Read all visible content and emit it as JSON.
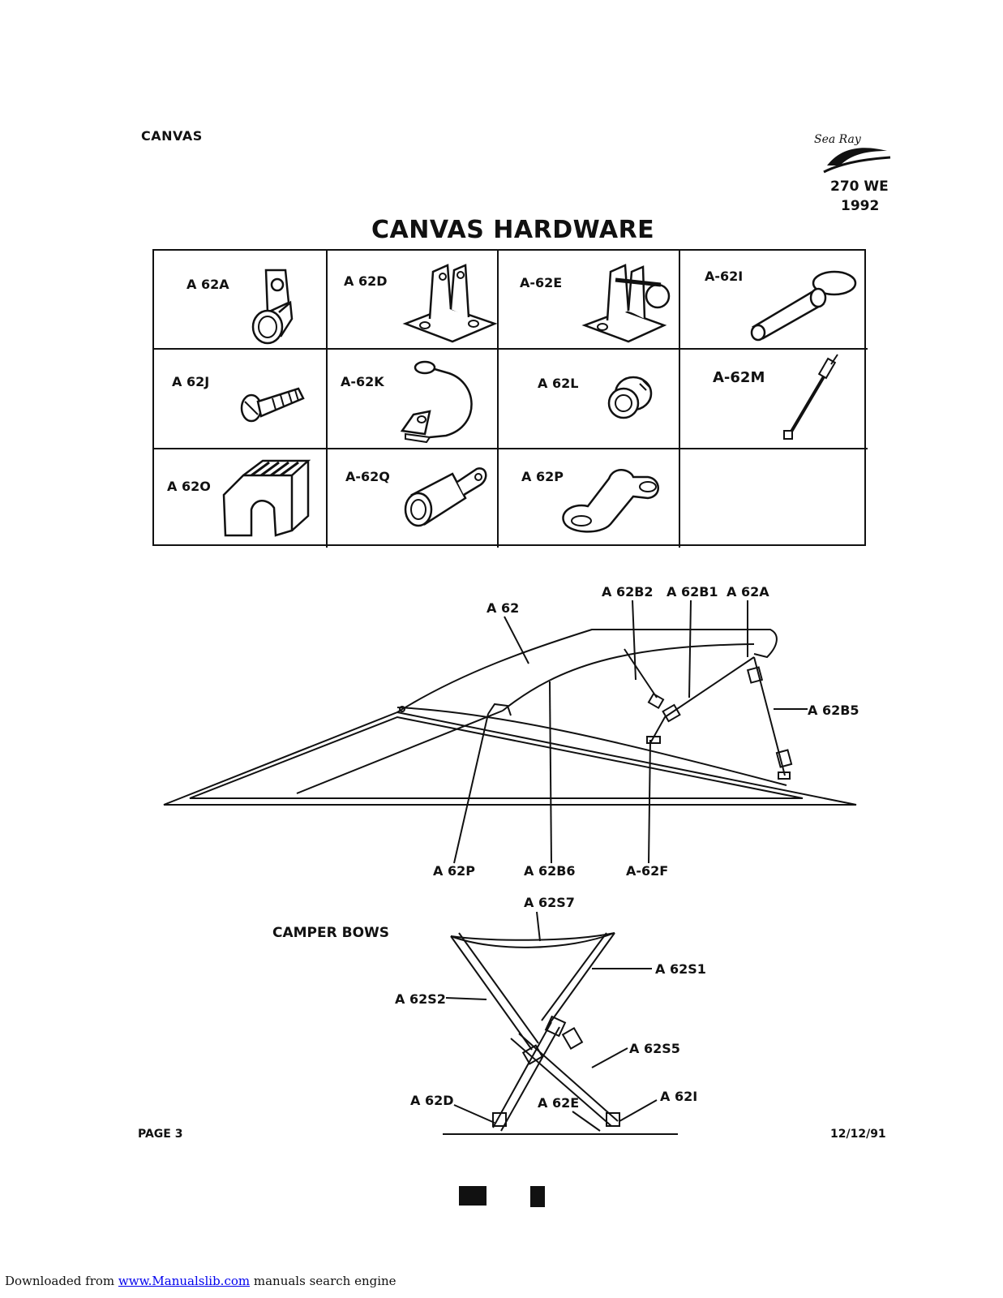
{
  "header": {
    "section": "CANVAS",
    "brand_logo_text": "Sea Ray",
    "model": "270 WE",
    "year": "1992"
  },
  "title": "CANVAS HARDWARE",
  "hardware_cells": [
    {
      "code": "A 62A",
      "icon": "tube-strap-fitting-icon"
    },
    {
      "code": "A 62D",
      "icon": "deck-hinge-icon"
    },
    {
      "code": "A-62E",
      "icon": "deck-hinge-pin-icon"
    },
    {
      "code": "A-62I",
      "icon": "ring-pin-icon"
    },
    {
      "code": "A 62J",
      "icon": "screw-icon"
    },
    {
      "code": "A-62K",
      "icon": "lanyard-strap-icon"
    },
    {
      "code": "A 62L",
      "icon": "snap-fastener-icon"
    },
    {
      "code": "A-62M",
      "icon": "adjustable-rod-icon"
    },
    {
      "code": "A 62O",
      "icon": "tube-clamp-icon"
    },
    {
      "code": "A-62Q",
      "icon": "eye-end-cap-icon"
    },
    {
      "code": "A 62P",
      "icon": "eye-strap-icon"
    },
    {
      "code": "",
      "icon": "empty-cell"
    }
  ],
  "top_diagram": {
    "labels": {
      "a62": "A 62",
      "a62b2": "A 62B2",
      "a62b1": "A 62B1",
      "a62a": "A 62A",
      "a62b5": "A 62B5",
      "a62p": "A 62P",
      "a62b6": "A 62B6",
      "a62f": "A-62F"
    }
  },
  "camper": {
    "title": "CAMPER BOWS",
    "labels": {
      "s7": "A 62S7",
      "s1": "A 62S1",
      "s2": "A 62S2",
      "s5": "A 62S5",
      "d": "A 62D",
      "e": "A 62E",
      "i": "A 62I"
    }
  },
  "page": "PAGE 3",
  "date": "12/12/91",
  "footer": {
    "prefix": "Downloaded from ",
    "link": "www.Manualslib.com",
    "suffix": " manuals search engine"
  }
}
